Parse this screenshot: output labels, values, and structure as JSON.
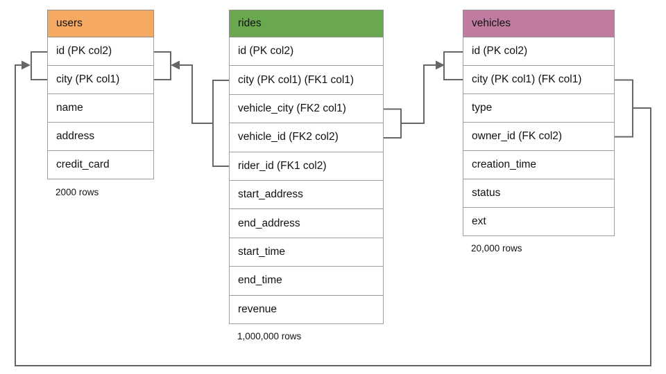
{
  "diagram": {
    "connector_color": "#666666",
    "tables": [
      {
        "name": "users",
        "header_color": "#F5A962",
        "rows": [
          "id (PK col2)",
          "city (PK col1)",
          "name",
          "address",
          "credit_card"
        ],
        "row_count_label": "2000 rows"
      },
      {
        "name": "rides",
        "header_color": "#6AA84F",
        "rows": [
          "id (PK col2)",
          "city (PK col1) (FK1 col1)",
          "vehicle_city (FK2 col1)",
          "vehicle_id (FK2 col2)",
          "rider_id (FK1 col2)",
          "start_address",
          "end_address",
          "start_time",
          "end_time",
          "revenue"
        ],
        "row_count_label": "1,000,000 rows"
      },
      {
        "name": "vehicles",
        "header_color": "#C07CA0",
        "rows": [
          "id (PK col2)",
          "city (PK col1) (FK col1)",
          "type",
          "owner_id (FK col2)",
          "creation_time",
          "status",
          "ext"
        ],
        "row_count_label": "20,000 rows"
      }
    ],
    "relationships": [
      {
        "name": "fk1",
        "from": "rides.city, rides.rider_id",
        "to": "users.city, users.id"
      },
      {
        "name": "fk2",
        "from": "rides.vehicle_city, rides.vehicle_id",
        "to": "vehicles.city, vehicles.id"
      },
      {
        "name": "fk",
        "from": "vehicles.city, vehicles.owner_id",
        "to": "users.city, users.id"
      }
    ]
  }
}
